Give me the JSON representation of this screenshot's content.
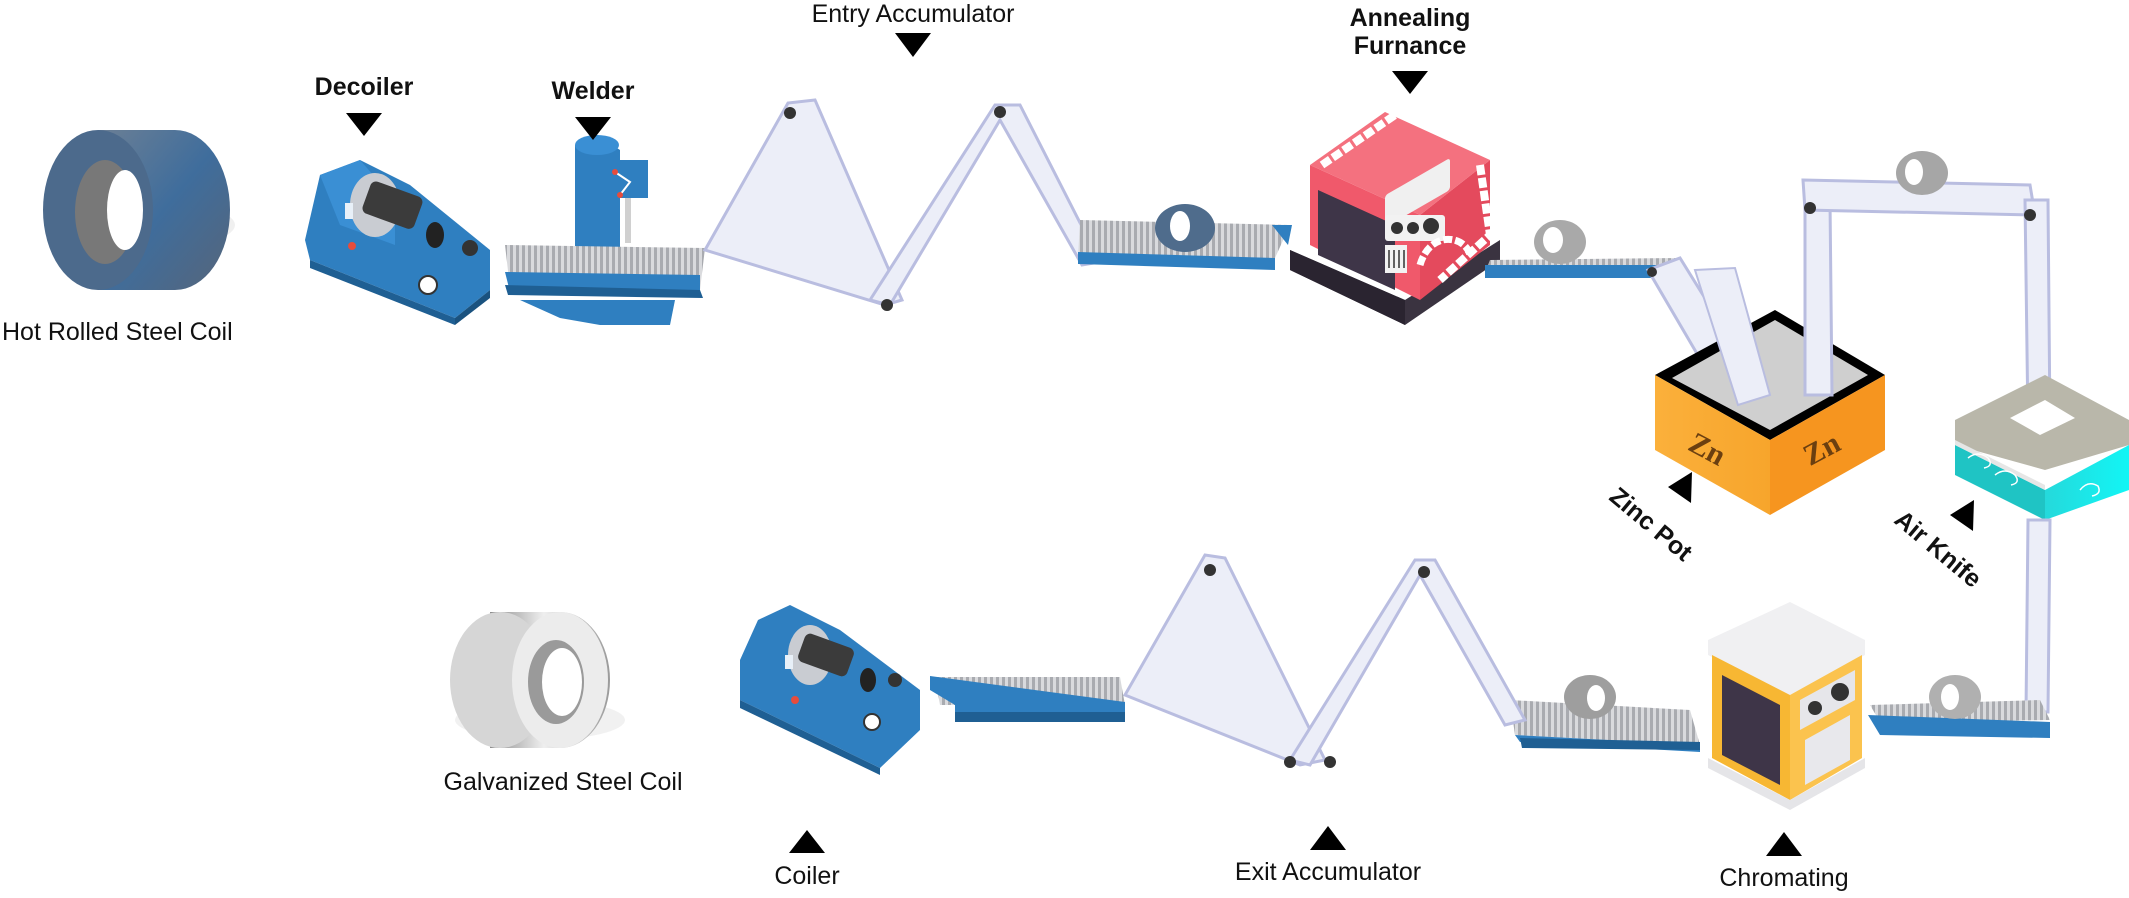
{
  "title": "Continuous Hot-Dip Galvanizing Line",
  "colors": {
    "machine_blue": "#2f7fc0",
    "machine_blue_dark": "#1f5f93",
    "strip": "#eceef8",
    "strip_shade": "#b9bde0",
    "furnace_red": "#f0596b",
    "furnace_base": "#3a3340",
    "zinc_orange": "#f9a633",
    "zinc_text": "#6b3f10",
    "air_knife_cyan": "#1fc4c4",
    "chromating_yellow": "#f7b733",
    "coil_hot": "#4f6c8c",
    "coil_galv": "#b9b9b9",
    "arrow": "#000000"
  },
  "stages": {
    "hot_coil": {
      "label": "Hot Rolled Steel Coil"
    },
    "decoiler": {
      "label": "Decoiler"
    },
    "welder": {
      "label": "Welder"
    },
    "entry_accumulator": {
      "label": "Entry Accumulator"
    },
    "annealing_furnace": {
      "label_line1": "Annealing",
      "label_line2": "Furnance"
    },
    "zinc_pot": {
      "label": "Zinc Pot",
      "mark": "Zn"
    },
    "air_knife": {
      "label": "Air Knife"
    },
    "chromating": {
      "label": "Chromating"
    },
    "exit_accumulator": {
      "label": "Exit Accumulator"
    },
    "coiler": {
      "label": "Coiler"
    },
    "galvanized_coil": {
      "label": "Galvanized Steel Coil"
    }
  }
}
